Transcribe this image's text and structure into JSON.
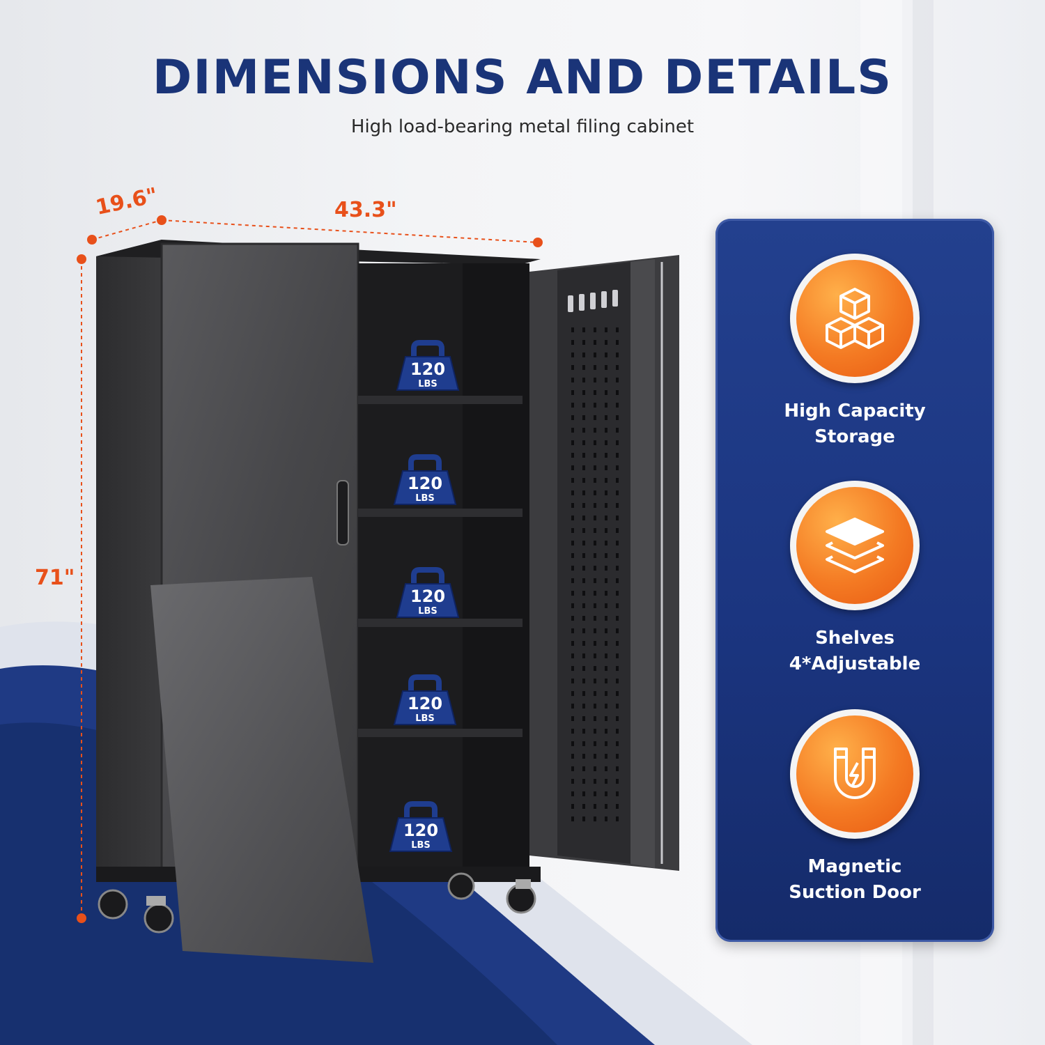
{
  "header": {
    "title": "DIMENSIONS AND DETAILS",
    "subtitle": "High load-bearing metal filing cabinet"
  },
  "dimensions": {
    "depth": "19.6\"",
    "width": "43.3\"",
    "height": "71\""
  },
  "shelves": [
    {
      "weight": "120",
      "unit": "LBS"
    },
    {
      "weight": "120",
      "unit": "LBS"
    },
    {
      "weight": "120",
      "unit": "LBS"
    },
    {
      "weight": "120",
      "unit": "LBS"
    },
    {
      "weight": "120",
      "unit": "LBS"
    }
  ],
  "features": [
    {
      "icon": "cubes-icon",
      "line1": "High Capacity",
      "line2": "Storage"
    },
    {
      "icon": "layers-icon",
      "line1": "Shelves",
      "line2": "4*Adjustable"
    },
    {
      "icon": "magnet-icon",
      "line1": "Magnetic",
      "line2": "Suction Door"
    }
  ],
  "colors": {
    "title": "#1a3478",
    "dimension": "#e8501a",
    "panel": "#1b3580",
    "accent_orange": "#f47a23",
    "weight_badge": "#1f3d8f"
  }
}
